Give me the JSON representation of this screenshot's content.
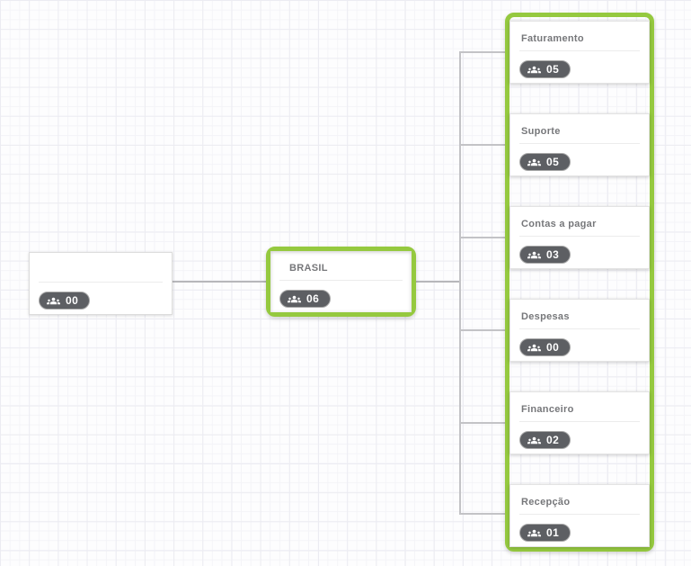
{
  "colors": {
    "accent": "#95c93f",
    "badge_bg": "#5d5f63",
    "connector": "#c3c3c6",
    "title_text": "#76777a"
  },
  "icons": {
    "badge_icon": "people-group-icon"
  },
  "root_node": {
    "title": "",
    "count": "00"
  },
  "selected_node": {
    "title": "BRASIL",
    "count": "06"
  },
  "children": [
    {
      "title": "Faturamento",
      "count": "05"
    },
    {
      "title": "Suporte",
      "count": "05"
    },
    {
      "title": "Contas a pagar",
      "count": "03"
    },
    {
      "title": "Despesas",
      "count": "00"
    },
    {
      "title": "Financeiro",
      "count": "02"
    },
    {
      "title": "Recepção",
      "count": "01"
    }
  ]
}
